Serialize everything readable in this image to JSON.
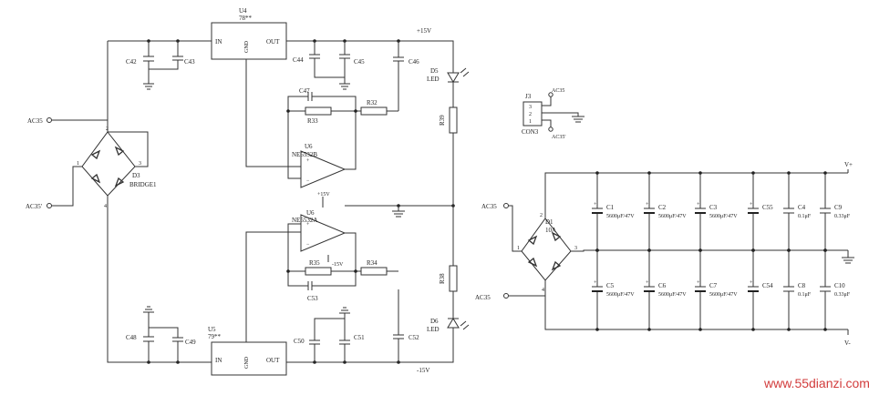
{
  "regulators": {
    "u4": {
      "ref": "U4",
      "part": "78**",
      "pin_in": "IN",
      "pin_gnd": "GND",
      "pin_out": "OUT"
    },
    "u5": {
      "ref": "U5",
      "part": "79**",
      "pin_in": "IN",
      "pin_gnd": "GND",
      "pin_out": "OUT"
    }
  },
  "rails": {
    "pos": "+15V",
    "neg": "-15V",
    "pos_small": "+15V",
    "neg_small": "-15V"
  },
  "opamps": {
    "b": {
      "ref": "U6",
      "part": "NE5532B"
    },
    "a": {
      "ref": "U6",
      "part": "NE5532A"
    }
  },
  "bridge_left": {
    "ref": "D3",
    "part": "BRIDGE1",
    "ac_top": "AC35",
    "ac_bottom": "AC35'",
    "pin1": "1",
    "pin2": "2",
    "pin3": "3",
    "pin4": "4"
  },
  "bridge_right": {
    "ref": "D1",
    "part": "10A",
    "ac_top": "AC35",
    "ac_bottom": "AC35",
    "pin1": "1",
    "pin2": "2",
    "pin3": "3",
    "pin4": "4"
  },
  "caps_left": {
    "c42": "C42",
    "c43": "C43",
    "c44": "C44",
    "c45": "C45",
    "c46": "C46",
    "c47": "C47",
    "c53": "C53",
    "c48": "C48",
    "c49": "C49",
    "c50": "C50",
    "c51": "C51",
    "c52": "C52"
  },
  "resistors": {
    "r33": "R33",
    "r32": "R32",
    "r35": "R35",
    "r34": "R34",
    "r39": "R39",
    "r38": "R38"
  },
  "leds": {
    "d5_ref": "D5",
    "d5_type": "LED",
    "d6_ref": "D6",
    "d6_type": "LED"
  },
  "connector": {
    "ref": "J3",
    "part": "CON3",
    "pin1": "1",
    "pin2": "2",
    "pin3": "3",
    "net_top": "AC35",
    "net_bottom": "AC35'"
  },
  "caps_right_top": [
    {
      "ref": "C1",
      "value": "5600μF/47V"
    },
    {
      "ref": "C2",
      "value": "5600μF/47V"
    },
    {
      "ref": "C3",
      "value": "5600μF/47V"
    },
    {
      "ref": "C55",
      "value": ""
    },
    {
      "ref": "C4",
      "value": "0.1μF"
    },
    {
      "ref": "C9",
      "value": "0.33μF"
    }
  ],
  "caps_right_bottom": [
    {
      "ref": "C5",
      "value": "5600μF/47V"
    },
    {
      "ref": "C6",
      "value": "5600μF/47V"
    },
    {
      "ref": "C7",
      "value": "5600μF/47V"
    },
    {
      "ref": "C54",
      "value": ""
    },
    {
      "ref": "C8",
      "value": "0.1μF"
    },
    {
      "ref": "C10",
      "value": "0.33μF"
    }
  ],
  "out_rails": {
    "pos": "V+",
    "neg": "V-"
  },
  "watermark": "www.55dianzi.com"
}
